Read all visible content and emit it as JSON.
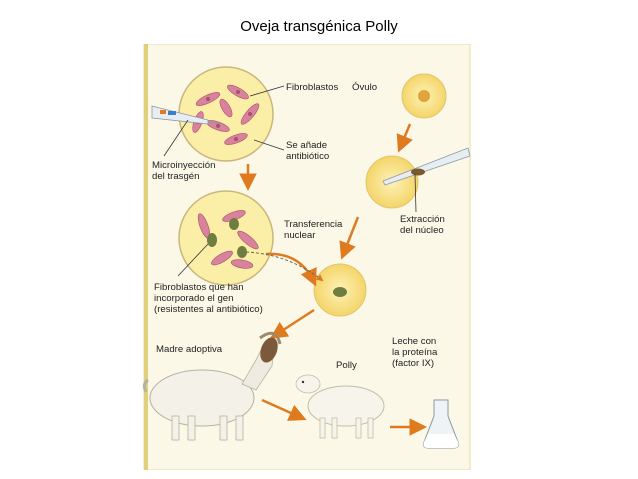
{
  "title": "Oveja transgénica Polly",
  "labels": {
    "fibroblastos": "Fibroblastos",
    "ovulo": "Óvulo",
    "se_anade_1": "Se añade",
    "se_anade_2": "antibiótico",
    "microinyeccion_1": "Microinyección",
    "microinyeccion_2": "del trasgén",
    "extraccion_1": "Extracción",
    "extraccion_2": "del núcleo",
    "transferencia_1": "Transferencia",
    "transferencia_2": "nuclear",
    "fib_gen_1": "Fibroblastos que han",
    "fib_gen_2": "incorporado el gen",
    "fib_gen_3": "(resistentes al antibiótico)",
    "madre": "Madre adoptiva",
    "polly": "Polly",
    "leche_1": "Leche con",
    "leche_2": "la proteína",
    "leche_3": "(factor IX)"
  },
  "colors": {
    "panel": "#fbf8e8",
    "panel_edge": "#e9dca0",
    "dish_fill": "#fbeea7",
    "cell_pink": "#d9829c",
    "nucleus_green": "#6f7d40",
    "arrow_orange": "#e07a1e",
    "egg_yolk": "#f2c24a"
  }
}
